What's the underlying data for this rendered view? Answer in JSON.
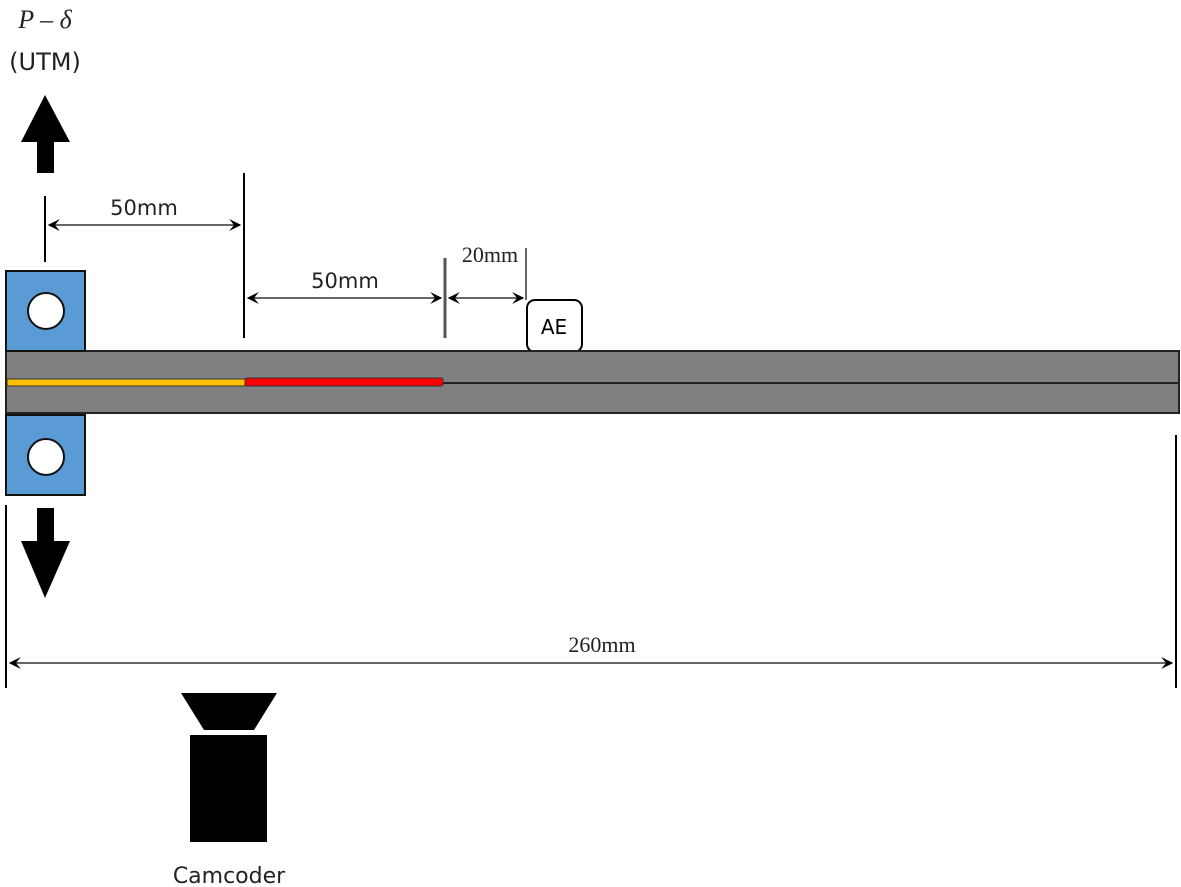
{
  "labels": {
    "load_symbol": "P – δ",
    "load_source": "(UTM)",
    "dim_grip_to_insert": "50mm",
    "dim_precrack": "50mm",
    "dim_ae_offset": "20mm",
    "sensor": "AE",
    "total_length": "260mm",
    "camera": "Camcoder"
  },
  "colors": {
    "grip": "#5b9bd5",
    "specimen": "#808080",
    "insert_film": "#ffc000",
    "precrack": "#ff0000"
  }
}
